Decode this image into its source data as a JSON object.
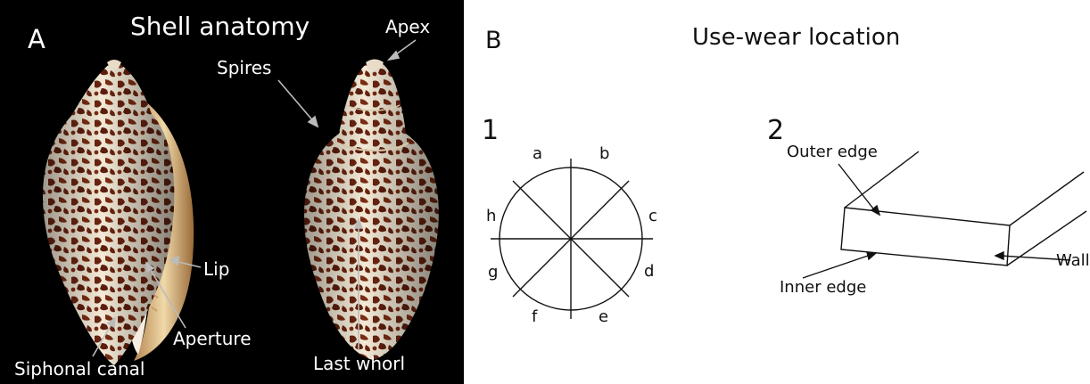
{
  "panel_a": {
    "letter": "A",
    "title": "Shell anatomy",
    "labels": {
      "apex": "Apex",
      "spires": "Spires",
      "lip": "Lip",
      "aperture": "Aperture",
      "siphonal_canal": "Siphonal canal",
      "last_whorl": "Last whorl"
    },
    "colors": {
      "background": "#000000",
      "shell_base": "#f3e9d6",
      "shell_pattern": "#6a2410"
    }
  },
  "panel_b": {
    "letter": "B",
    "title": "Use-wear location",
    "diagram1": {
      "number": "1",
      "sectors": [
        "a",
        "b",
        "c",
        "d",
        "e",
        "f",
        "g",
        "h"
      ]
    },
    "diagram2": {
      "number": "2",
      "labels": {
        "outer_edge": "Outer edge",
        "inner_edge": "Inner edge",
        "wall": "Wall"
      }
    }
  }
}
